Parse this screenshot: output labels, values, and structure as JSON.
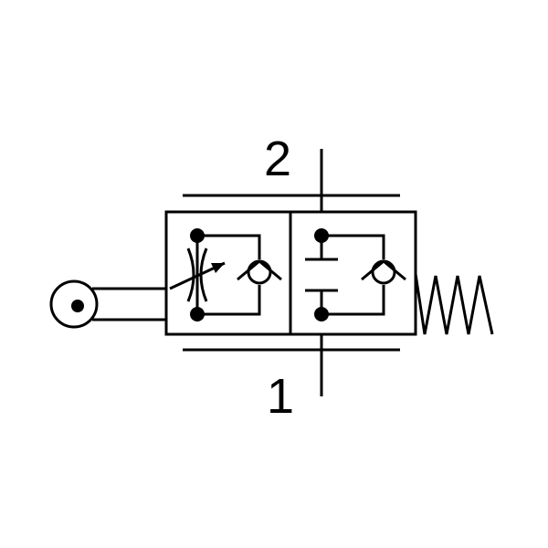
{
  "diagram": {
    "ports": {
      "top_label": "2",
      "bottom_label": "1"
    },
    "colors": {
      "stroke": "#000000",
      "background": "#ffffff"
    },
    "elements": {
      "actuator": "roller-lever-icon",
      "return": "spring-icon",
      "left_box": "adjustable-throttle-with-check-valve",
      "right_box": "blocked-position-with-check-valve"
    }
  }
}
